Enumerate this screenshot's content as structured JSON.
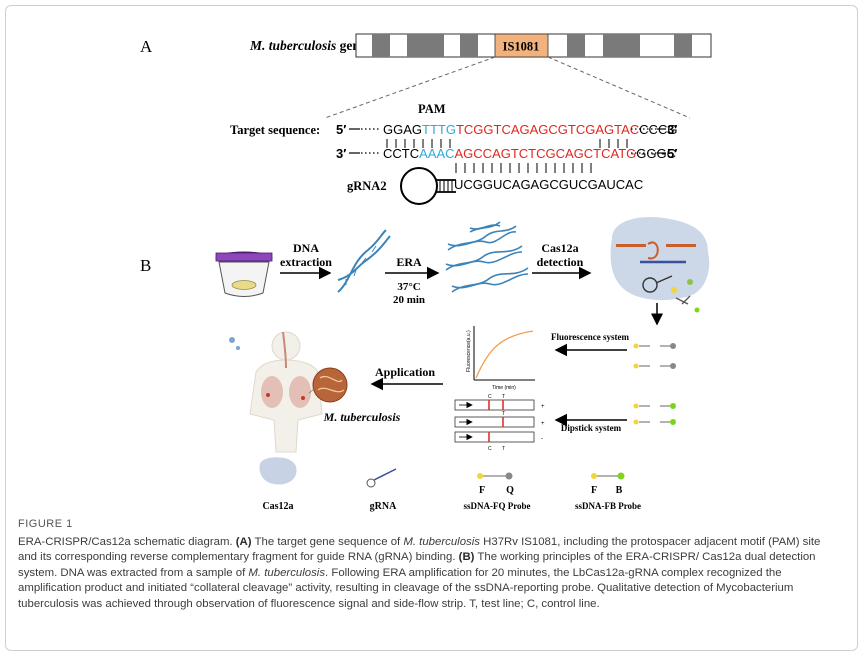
{
  "panel_a": {
    "label": "A",
    "gene_label_italic": "M. tuberculosis",
    "gene_label_rest": " gene",
    "is_label": "IS1081",
    "pam_label": "PAM",
    "target_label": "Target sequence:",
    "top_five": "5′",
    "top_three": "3′",
    "top_seq_black1": "GGAG",
    "top_seq_blue": "TTTG",
    "top_seq_red": "TCGGTCAGAGCGTCGAGTAC",
    "top_seq_black2": "CCCG",
    "bottom_three": "3′",
    "bottom_five": "5′",
    "bottom_seq_black1": "CCTC",
    "bottom_seq_blue": "AAAC",
    "bottom_seq_red": "AGCCAGTCTCGCAGCTCATG",
    "bottom_seq_black2": "GGGC",
    "grna_label": "gRNA2",
    "grna_seq": "UCGGUCAGAGCGUCGAUCAC"
  },
  "panel_b": {
    "label": "B",
    "dna_extraction_1": "DNA",
    "dna_extraction_2": "extraction",
    "era_label": "ERA",
    "era_temp": "37°C",
    "era_time": "20 min",
    "cas_detect_1": "Cas12a",
    "cas_detect_2": "detection",
    "fluor_system": "Fluorescence system",
    "dipstick_system": "Dipstick system",
    "application": "Application",
    "mtb_label": "M. tuberculosis",
    "plot_ylabel": "Fluorescence(a.u.)",
    "plot_xlabel": "Time (min)",
    "strip_c": "C",
    "strip_t": "T",
    "strip_plus1": "+",
    "strip_plus2": "+",
    "strip_minus": "-",
    "legend_cas": "Cas12a",
    "legend_grna": "gRNA",
    "legend_fq_f": "F",
    "legend_fq_q": "Q",
    "legend_fq": "ssDNA-FQ  Probe",
    "legend_fb_f": "F",
    "legend_fb_b": "B",
    "legend_fb": "ssDNA-FB  Probe"
  },
  "caption": {
    "label": "FIGURE 1",
    "p1": "ERA-CRISPR/Cas12a schematic diagram. ",
    "a_tag": "(A)",
    "p2": " The target gene sequence of ",
    "mtb1": "M. tuberculosis",
    "p3": " H37Rv IS1081, including the protospacer adjacent motif (PAM) site and its corresponding reverse complementary fragment for guide RNA (gRNA) binding. ",
    "b_tag": "(B)",
    "p4": " The working principles of the ERA-CRISPR/ Cas12a dual detection system. DNA was extracted from a sample of ",
    "mtb2": "M. tuberculosis",
    "p5": ". Following ERA amplification for 20 minutes, the LbCas12a-gRNA complex recognized the amplification product and initiated “collateral cleavage” activity, resulting in cleavage of the ssDNA-reporting probe. Qualitative detection of Mycobacterium tuberculosis was achieved through observation of fluorescence signal and side-flow strip. T, test line; C, control line."
  },
  "colors": {
    "pam_blue": "#2fa8d8",
    "target_red": "#e0261f",
    "is_orange": "#f2b27e",
    "gene_gray": "#7a7a7a",
    "dna_blue": "#3d83b8"
  }
}
